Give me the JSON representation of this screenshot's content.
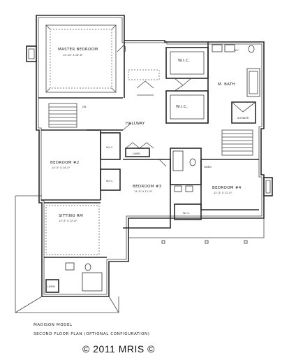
{
  "rooms": {
    "master_bedroom": {
      "name": "MASTER BEDROOM",
      "dims": "15'-10\" X 16'-6\""
    },
    "bedroom2": {
      "name": "BEDROOM #2",
      "dims": "14'-5\" X 14'-4\""
    },
    "bedroom3": {
      "name": "BEDROOM #3",
      "dims": "11'-0\" X 11'-9\""
    },
    "bedroom4": {
      "name": "BEDROOM #4",
      "dims": "12'-3\" X 11'-0\""
    },
    "sitting_room": {
      "name": "SITTING RM",
      "dims": "13'-3\" X 12'-8\""
    },
    "m_bath": {
      "name": "M. BATH"
    },
    "hallway": {
      "name": "HALLWAY"
    },
    "wic_upper": {
      "name": "W.I.C."
    },
    "wic_lower": {
      "name": "W.I.C."
    },
    "wic_bed2": {
      "name": "W.I.C."
    },
    "wic_bed2b": {
      "name": "W.I.C."
    },
    "wic_bed4": {
      "name": "W.I.C."
    },
    "shower": {
      "name": "SHOWER"
    },
    "linen1": {
      "name": "LINEN"
    },
    "linen2": {
      "name": "LINEN"
    },
    "linen3": {
      "name": "LINEN"
    },
    "wc": {
      "name": "W.C."
    },
    "dn": {
      "name": "DN"
    }
  },
  "caption": {
    "model": "MADISON MODEL",
    "plan": "SECOND FLOOR PLAN (OPTIONAL CONFIGURATION)"
  },
  "copyright": "© 2011 MRIS ©"
}
